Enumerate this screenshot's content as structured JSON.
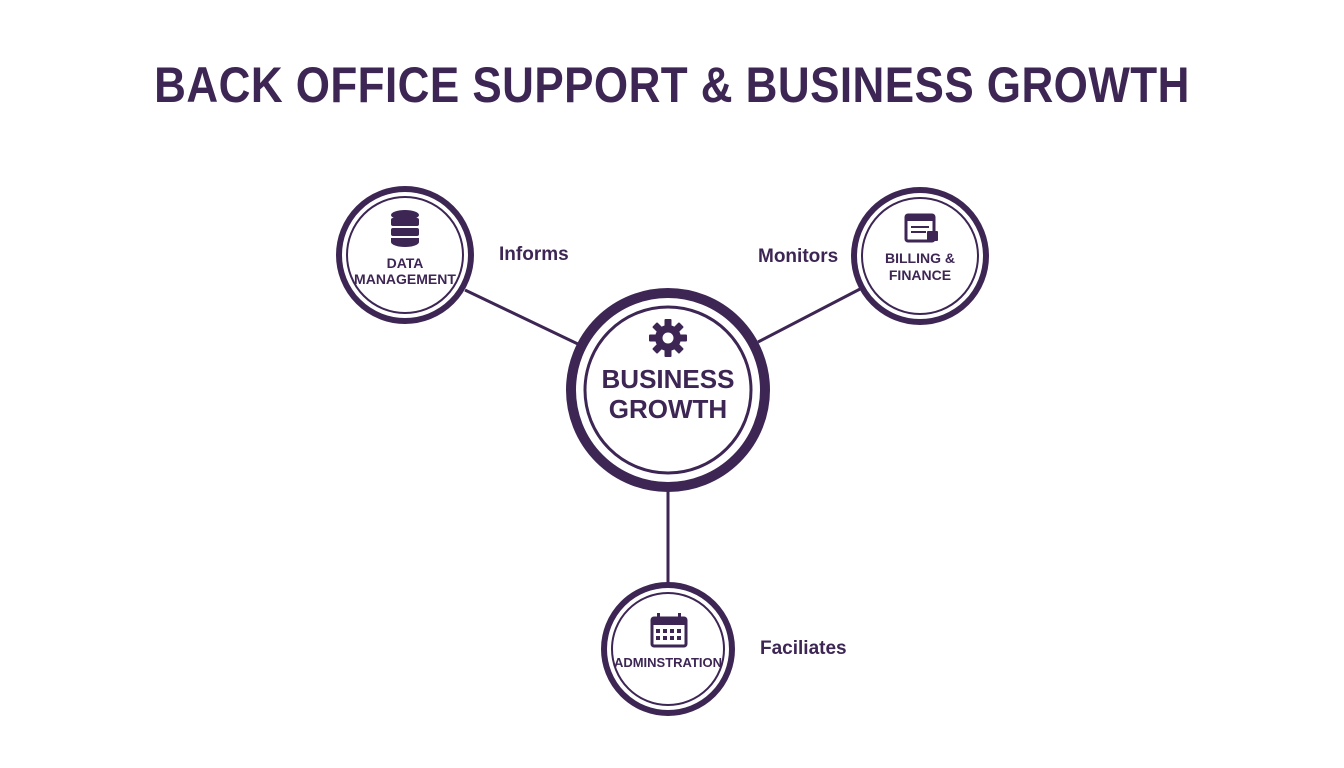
{
  "title": "BACK OFFICE SUPPORT & BUSINESS GROWTH",
  "colors": {
    "primary": "#3d2654",
    "background": "#ffffff"
  },
  "center": {
    "lines": [
      "BUSINESS",
      "GROWTH"
    ],
    "icon": "gear-icon"
  },
  "nodes": [
    {
      "id": "data-management",
      "lines": [
        "DATA",
        "MANAGEMENT"
      ],
      "icon": "database-icon"
    },
    {
      "id": "billing-finance",
      "lines": [
        "BILLING &",
        "FINANCE"
      ],
      "icon": "invoice-icon"
    },
    {
      "id": "administration",
      "lines": [
        "ADMINSTRATION"
      ],
      "icon": "calendar-icon"
    }
  ],
  "edges": [
    {
      "from": "data-management",
      "label": "Informs"
    },
    {
      "from": "billing-finance",
      "label": "Monitors"
    },
    {
      "from": "administration",
      "label": "Faciliates"
    }
  ]
}
